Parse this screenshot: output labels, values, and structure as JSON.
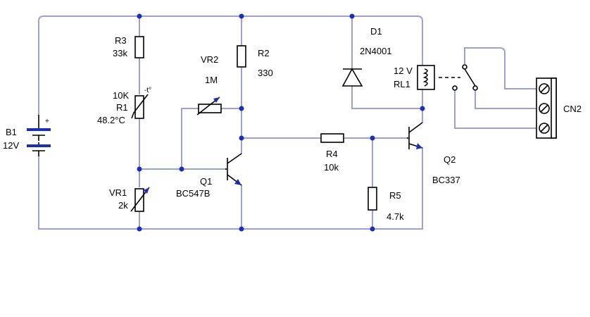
{
  "colors": {
    "wire": "#9aa0dd",
    "junction": "#1b2fb0",
    "component": "#000000"
  },
  "components": {
    "battery": {
      "ref": "B1",
      "value": "12V",
      "plus": "+"
    },
    "r3": {
      "ref": "R3",
      "value": "33k"
    },
    "thermistor": {
      "ref": "R1",
      "value_top": "10K",
      "value_bottom": "48.2°C",
      "temp_mark": "-t°"
    },
    "vr1": {
      "ref": "VR1",
      "value": "2k"
    },
    "vr2": {
      "ref": "VR2",
      "value": "1M"
    },
    "r2": {
      "ref": "R2",
      "value": "330"
    },
    "q1": {
      "ref": "Q1",
      "value": "BC547B"
    },
    "r4": {
      "ref": "R4",
      "value": "10k"
    },
    "r5": {
      "ref": "R5",
      "value": "4.7k"
    },
    "d1": {
      "ref": "D1",
      "value": "2N4001"
    },
    "relay": {
      "ref": "RL1",
      "value": "12 V"
    },
    "q2": {
      "ref": "Q2",
      "value": "BC337"
    },
    "cn2": {
      "ref": "CN2"
    }
  }
}
